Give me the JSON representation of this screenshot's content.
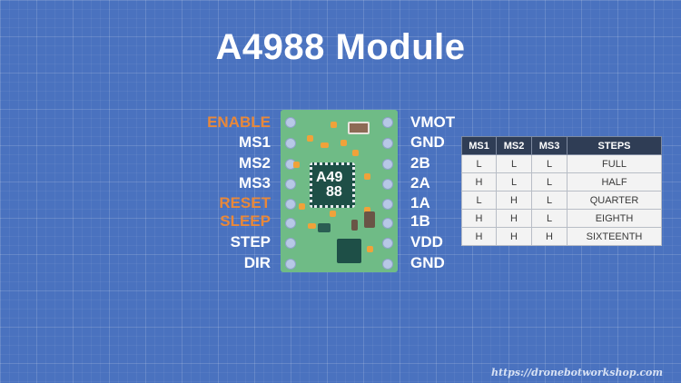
{
  "title": "A4988 Module",
  "pins": {
    "left": [
      {
        "label": "ENABLE",
        "highlight": true
      },
      {
        "label": "MS1",
        "highlight": false
      },
      {
        "label": "MS2",
        "highlight": false
      },
      {
        "label": "MS3",
        "highlight": false
      },
      {
        "label": "RESET",
        "highlight": true
      },
      {
        "label": "SLEEP",
        "highlight": true
      },
      {
        "label": "STEP",
        "highlight": false
      },
      {
        "label": "DIR",
        "highlight": false
      }
    ],
    "right": [
      {
        "label": "VMOT"
      },
      {
        "label": "GND"
      },
      {
        "label": "2B"
      },
      {
        "label": "2A"
      },
      {
        "label": "1A"
      },
      {
        "label": "1B"
      },
      {
        "label": "VDD"
      },
      {
        "label": "GND"
      }
    ]
  },
  "chip": {
    "line1": "A49",
    "line2": "88"
  },
  "table": {
    "headers": [
      "MS1",
      "MS2",
      "MS3",
      "STEPS"
    ],
    "rows": [
      [
        "L",
        "L",
        "L",
        "FULL"
      ],
      [
        "H",
        "L",
        "L",
        "HALF"
      ],
      [
        "L",
        "H",
        "L",
        "QUARTER"
      ],
      [
        "H",
        "H",
        "L",
        "EIGHTH"
      ],
      [
        "H",
        "H",
        "H",
        "SIXTEENTH"
      ]
    ]
  },
  "watermark": "https://dronebotworkshop.com",
  "colors": {
    "background": "#4a72bf",
    "highlight_label": "#e8883a",
    "board": "#6fbb86",
    "table_header": "#2f3d55"
  }
}
